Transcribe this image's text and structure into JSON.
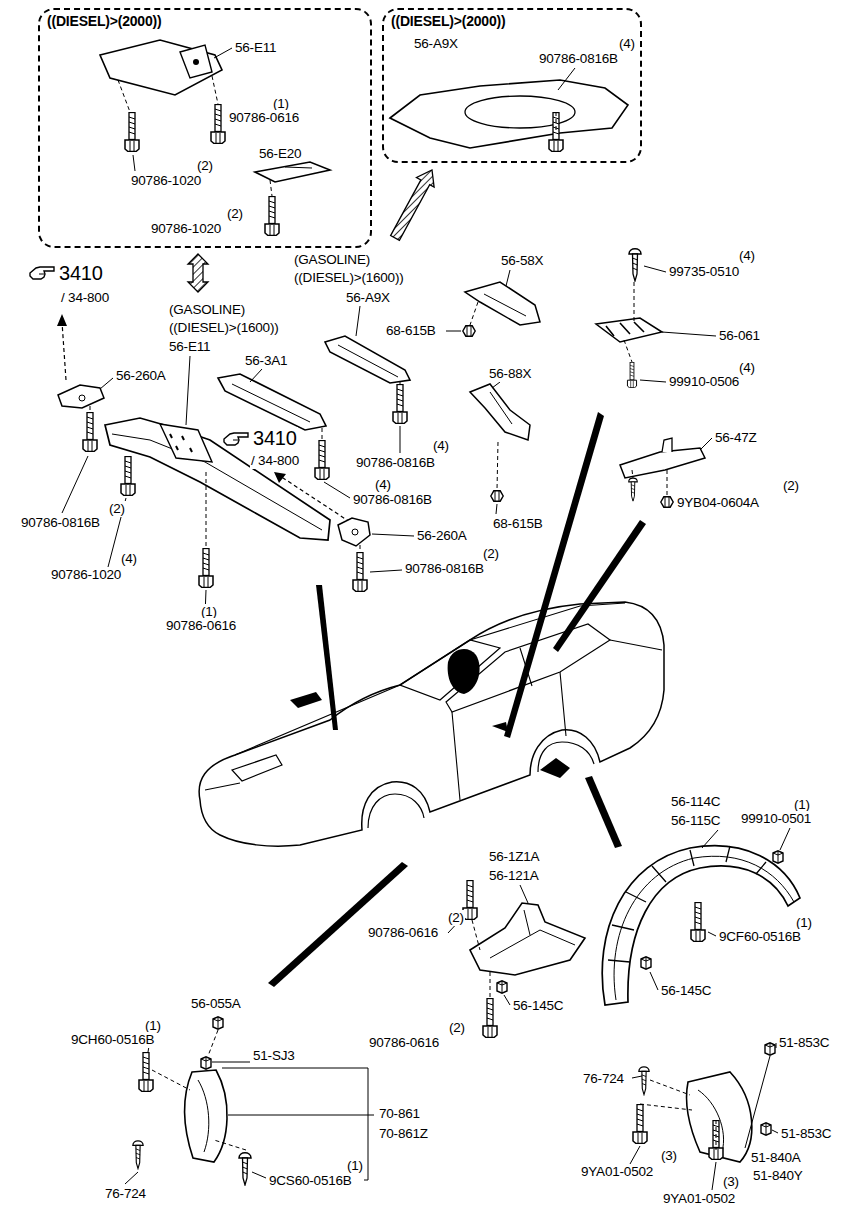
{
  "diagram": {
    "nodes": [
      {
        "text": [
          "((DIESEL)>(2000))",
          "56-E11",
          "(1)",
          "90786-0616",
          "56-E20",
          "(2)",
          "90786-1020",
          "(2)",
          "90786-1020"
        ]
      },
      {
        "text": [
          "((DIESEL)>(2000))",
          "56-A9X",
          "(4)",
          "90786-0816B"
        ]
      }
    ],
    "labels": [
      "3410",
      "/ 34-800",
      "(GASOLINE)",
      "((DIESEL)>(1600))",
      "56-A9X",
      "56-58X",
      "(4)",
      "99735-0510",
      "(GASOLINE)",
      "((DIESEL)>(1600))",
      "56-E11",
      "56-3A1",
      "68-615B",
      "56-061",
      "(4)",
      "99910-0506",
      "56-260A",
      "56-88X",
      "3410",
      "/ 34-800",
      "56-47Z",
      "(4)",
      "90786-0816B",
      "(4)",
      "90786-0816B",
      "(2)",
      "9YB04-0604A",
      "(2)",
      "90786-0816B",
      "68-615B",
      "56-260A",
      "(4)",
      "(2)",
      "90786-1020",
      "90786-0816B",
      "(1)",
      "90786-0616",
      "56-114C",
      "(1)",
      "56-115C",
      "99910-0501",
      "56-1Z1A",
      "56-121A",
      "(2)",
      "(1)",
      "90786-0616",
      "9CF60-0516B",
      "56-145C",
      "56-145C",
      "56-055A",
      "(1)",
      "(2)",
      "9CH60-0516B",
      "51-853C",
      "90786-0616",
      "51-SJ3",
      "76-724",
      "70-861",
      "70-861Z",
      "51-853C",
      "(3)",
      "51-840A",
      "(1)",
      "9YA01-0502",
      "51-840Y",
      "(3)",
      "9CS60-0516B",
      "76-724",
      "9YA01-0502"
    ]
  }
}
